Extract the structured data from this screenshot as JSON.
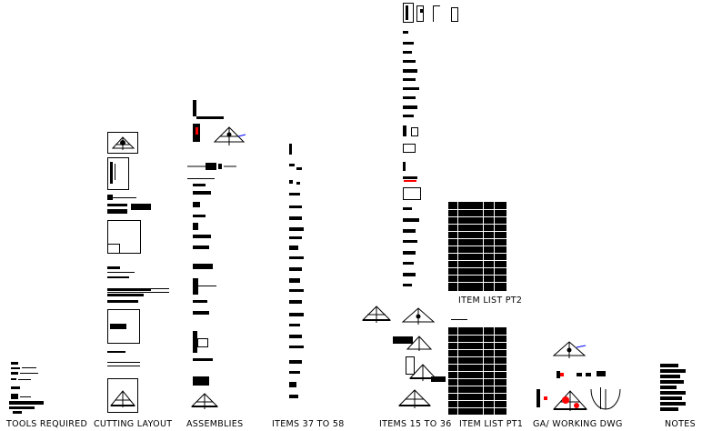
{
  "sheet_labels": {
    "tools_required": "TOOLS REQUIRED",
    "cutting_layout": "CUTTING LAYOUT",
    "assemblies": "ASSEMBLIES",
    "items_37_to_58": "ITEMS 37 TO 58",
    "items_15_to_36": "ITEMS 15 TO 36",
    "item_list_pt1": "ITEM LIST PT1",
    "item_list_pt2": "ITEM LIST PT2",
    "ga_working_dwg": "GA/ WORKING DWG",
    "notes": "NOTES"
  },
  "colors": {
    "background": "#ffffff",
    "linework": "#000000",
    "highlight": "#ff0000",
    "accent": "#0000ff"
  }
}
